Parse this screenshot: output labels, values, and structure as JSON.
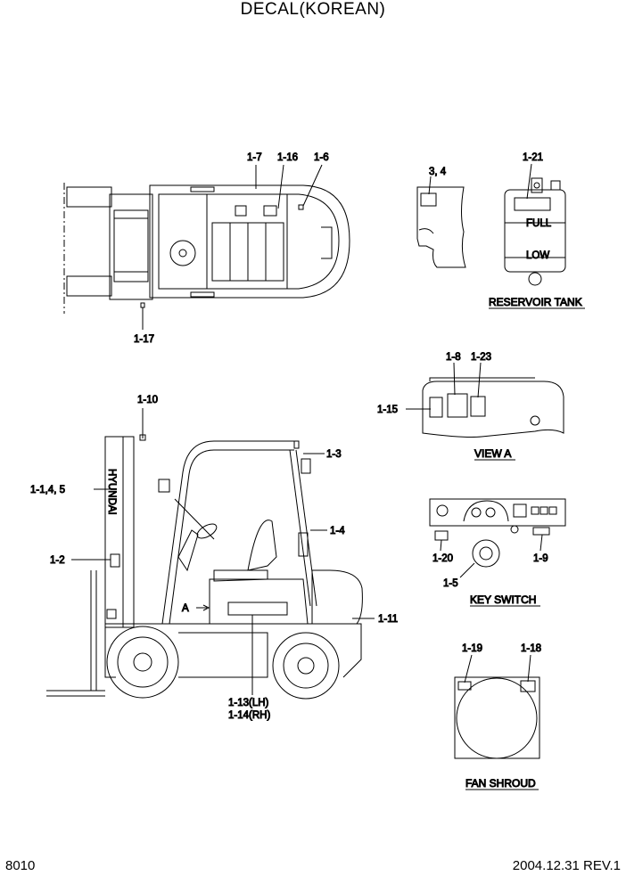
{
  "title": "DECAL(KOREAN)",
  "footer": {
    "page_code": "8010",
    "date_rev": "2004.12.31  REV.1"
  },
  "callouts": {
    "c1_7": "1-7",
    "c1_16": "1-16",
    "c1_6": "1-6",
    "c1_17": "1-17",
    "c3_4": "3, 4",
    "c1_21": "1-21",
    "c1_10": "1-10",
    "c1_1_4_5": "1-1,4, 5",
    "c1_2": "1-2",
    "c1_3": "1-3",
    "c1_4": "1-4",
    "c1_11": "1-11",
    "c1_13": "1-13(LH)",
    "c1_14": "1-14(RH)",
    "c1_8": "1-8",
    "c1_23": "1-23",
    "c1_15": "1-15",
    "c1_20": "1-20",
    "c1_9": "1-9",
    "c1_5": "1-5",
    "c1_19": "1-19",
    "c1_18": "1-18",
    "arrow_a": "A"
  },
  "reservoir": {
    "full": "FULL",
    "low": "LOW"
  },
  "mast_brand": "HYUNDAI",
  "sections": {
    "reservoir_tank": "RESERVOIR TANK",
    "view_a": "VIEW A",
    "key_switch": "KEY SWITCH",
    "fan_shroud": "FAN SHROUD"
  }
}
